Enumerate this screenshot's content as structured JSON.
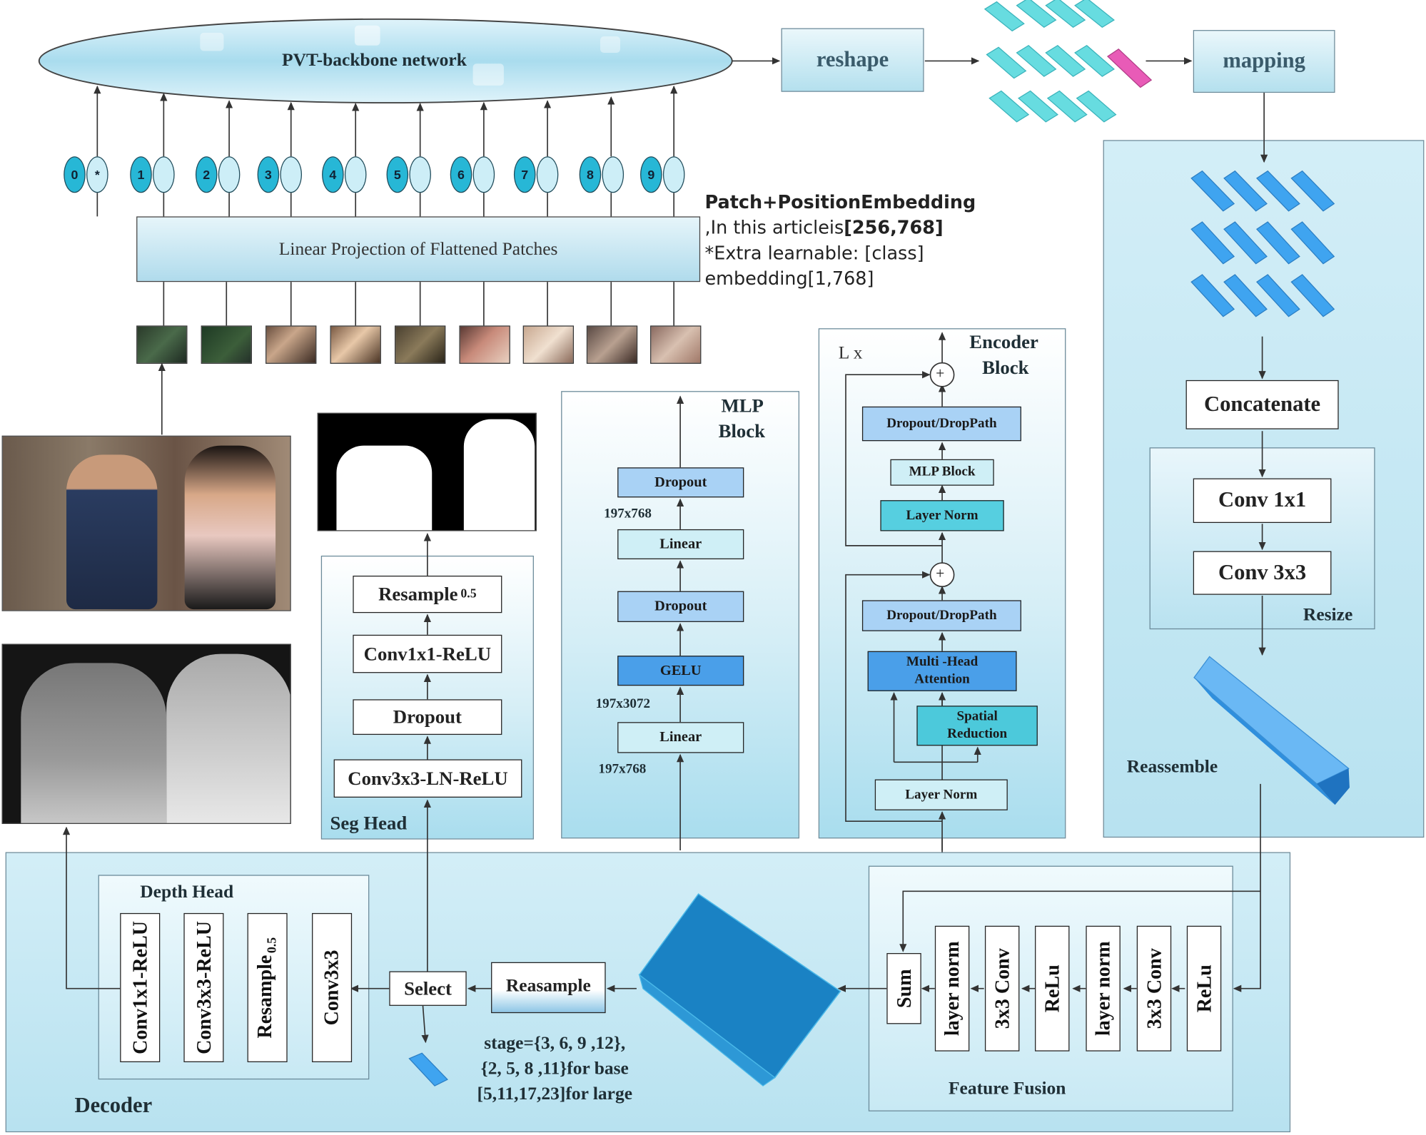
{
  "backbone": {
    "title": "PVT-backbone network"
  },
  "top": {
    "reshape": "reshape",
    "mapping": "mapping"
  },
  "embedding": {
    "linear_projection": "Linear Projection of Flattened Patches",
    "note_title": "Patch+PositionEmbedding",
    "note_line2_prefix": ",In this articleis",
    "note_line2_bold": "[256,768]",
    "note_line3": "*Extra learnable: [class]",
    "note_line4": "embedding[1,768]",
    "tokens": [
      "0",
      "*",
      "1",
      "2",
      "3",
      "4",
      "5",
      "6",
      "7",
      "8",
      "9"
    ]
  },
  "seg_head": {
    "title": "Seg Head",
    "resample_main": "Resample",
    "resample_sub": "0.5",
    "conv1": "Conv1x1-ReLU",
    "dropout": "Dropout",
    "conv3": "Conv3x3-LN-ReLU"
  },
  "mlp_block": {
    "title_line1": "MLP",
    "title_line2": "Block",
    "dropout_top": "Dropout",
    "linear_top": "Linear",
    "dropout_mid": "Dropout",
    "gelu": "GELU",
    "linear_bottom": "Linear",
    "dim_top": "197x768",
    "dim_mid": "197x3072",
    "dim_bottom": "197x768"
  },
  "encoder_block": {
    "title_line1": "Encoder",
    "title_line2": "Block",
    "repeat": "L x",
    "dropout_top": "Dropout/DropPath",
    "mlp": "MLP Block",
    "layer_norm_top": "Layer Norm",
    "dropout_bottom": "Dropout/DropPath",
    "mha_line1": "Multi -Head",
    "mha_line2": "Attention",
    "sr_line1": "Spatial",
    "sr_line2": "Reduction",
    "layer_norm_bottom": "Layer Norm",
    "plus": "+"
  },
  "reassemble": {
    "title": "Reassemble",
    "concatenate": "Concatenate",
    "conv1": "Conv 1x1",
    "conv3": "Conv 3x3",
    "resize": "Resize"
  },
  "decoder": {
    "title": "Decoder",
    "depth_head": {
      "title": "Depth Head",
      "items": [
        "Conv1x1-ReLU",
        "Conv3x3-ReLU",
        "Resample",
        "Conv3x3"
      ],
      "resample_sub": "0.5"
    },
    "select": "Select",
    "reasample": "Reasample",
    "stage_line1": "stage={3, 6, 9 ,12},",
    "stage_line2": "{2, 5, 8 ,11}for base",
    "stage_line3": "[5,11,17,23]for large"
  },
  "feature_fusion": {
    "title": "Feature Fusion",
    "items": [
      "Sum",
      "layer norm",
      "3x3 Conv",
      "ReLu",
      "layer norm",
      "3x3 Conv",
      "ReLu"
    ]
  },
  "colors": {
    "panel_light": "#d5eef6",
    "panel_dark": "#a9ddee",
    "token_cyan": "#27b7d6",
    "block_blue": "#3d9fe8",
    "highlight_pink": "#e85bb7"
  }
}
